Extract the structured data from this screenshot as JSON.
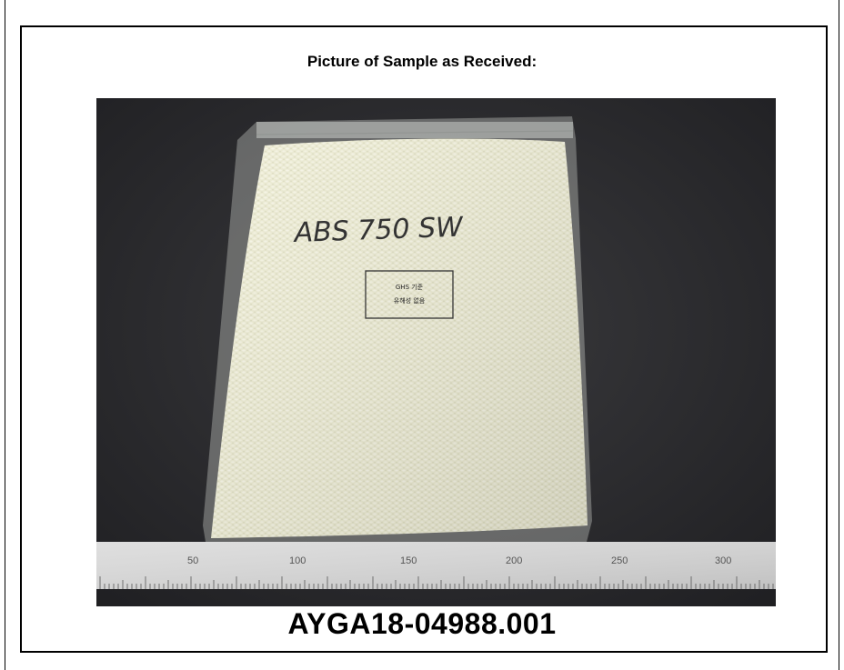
{
  "document": {
    "caption": "Picture of Sample as Received:",
    "sample_id": "AYGA18-04988.001"
  },
  "photo": {
    "bag_handwriting": "ABS 750 SW",
    "ghs_label_line1": "GHS 기준",
    "ghs_label_line2": "유해성 없음",
    "ruler_numbers": [
      "50",
      "100",
      "150",
      "200",
      "250",
      "300"
    ]
  }
}
